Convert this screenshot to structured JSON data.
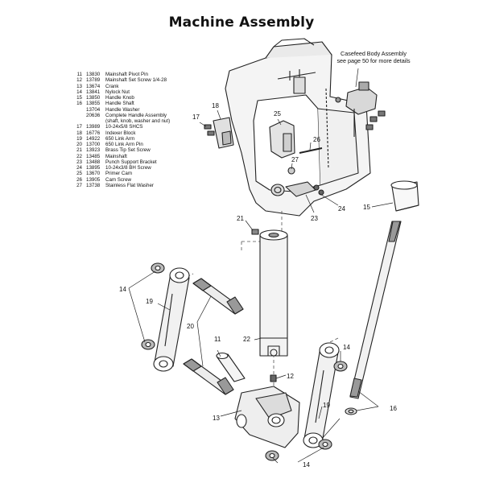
{
  "title": "Machine Assembly",
  "note": {
    "line1": "Casefeed Body Assembly",
    "line2": "see page 50 for more details"
  },
  "parts": [
    {
      "no": "11",
      "pn": "13830",
      "desc": "Mainshaft Pivot Pin"
    },
    {
      "no": "12",
      "pn": "13789",
      "desc": "Mainshaft Set Screw 1/4-28"
    },
    {
      "no": "13",
      "pn": "13674",
      "desc": "Crank"
    },
    {
      "no": "14",
      "pn": "13841",
      "desc": "Nylock Nut"
    },
    {
      "no": "15",
      "pn": "13850",
      "desc": "Handle Knob"
    },
    {
      "no": "16",
      "pn": "13855",
      "desc": "Handle Shaft"
    },
    {
      "no": "",
      "pn": "13704",
      "desc": "Handle Washer"
    },
    {
      "no": "",
      "pn": "20636",
      "desc": "Complete Handle Assembly"
    },
    {
      "no": "",
      "pn": "",
      "desc": "(shaft, knob, washer and nut)"
    },
    {
      "no": "17",
      "pn": "13989",
      "desc": "10-24x5/8 SHCS"
    },
    {
      "no": "18",
      "pn": "16776",
      "desc": "Indexer Block"
    },
    {
      "no": "19",
      "pn": "14922",
      "desc": "650 Link Arm"
    },
    {
      "no": "20",
      "pn": "13700",
      "desc": "650 Link Arm Pin"
    },
    {
      "no": "21",
      "pn": "13923",
      "desc": "Brass Tip Set Screw"
    },
    {
      "no": "22",
      "pn": "13485",
      "desc": "Mainshaft"
    },
    {
      "no": "23",
      "pn": "13488",
      "desc": "Punch Support Bracket"
    },
    {
      "no": "24",
      "pn": "13895",
      "desc": "10-24x3/8 BH Screw"
    },
    {
      "no": "25",
      "pn": "13670",
      "desc": "Primer Cam"
    },
    {
      "no": "26",
      "pn": "13905",
      "desc": "Cam Screw"
    },
    {
      "no": "27",
      "pn": "13738",
      "desc": "Stainless Flat Washer"
    }
  ],
  "callouts": {
    "c11": "11",
    "c12": "12",
    "c13": "13",
    "c14a": "14",
    "c14b": "14",
    "c14c": "14",
    "c15": "15",
    "c16": "16",
    "c17": "17",
    "c18": "18",
    "c19a": "19",
    "c19b": "19",
    "c20": "20",
    "c21": "21",
    "c22": "22",
    "c23": "23",
    "c24": "24",
    "c25": "25",
    "c26": "26",
    "c27": "27"
  }
}
